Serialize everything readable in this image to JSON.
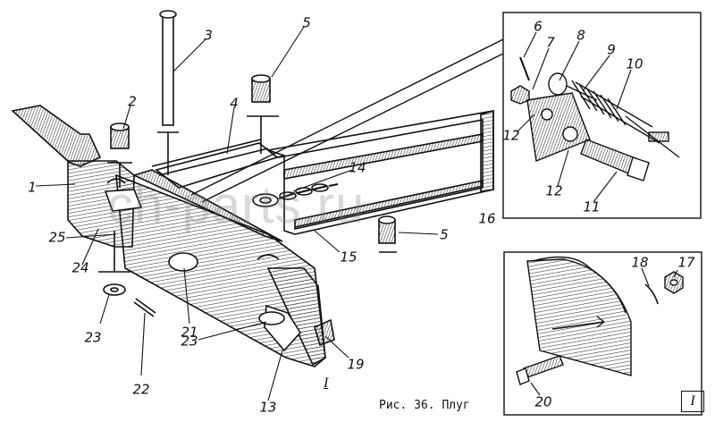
{
  "figure": {
    "caption": "Рис. 36. Плуг",
    "detail_view_tag": "I",
    "section_mark": "I",
    "watermark": "ch-parts.ru"
  },
  "callouts": [
    {
      "id": "c1",
      "text": "1"
    },
    {
      "id": "c2",
      "text": "2"
    },
    {
      "id": "c3",
      "text": "3"
    },
    {
      "id": "c4",
      "text": "4"
    },
    {
      "id": "c5a",
      "text": "5"
    },
    {
      "id": "c5b",
      "text": "5"
    },
    {
      "id": "c6",
      "text": "6"
    },
    {
      "id": "c7",
      "text": "7"
    },
    {
      "id": "c8",
      "text": "8"
    },
    {
      "id": "c9",
      "text": "9"
    },
    {
      "id": "c10",
      "text": "10"
    },
    {
      "id": "c11",
      "text": "11"
    },
    {
      "id": "c12a",
      "text": "12"
    },
    {
      "id": "c12b",
      "text": "12"
    },
    {
      "id": "c13",
      "text": "13"
    },
    {
      "id": "c14",
      "text": "14"
    },
    {
      "id": "c15",
      "text": "15"
    },
    {
      "id": "c16",
      "text": "16"
    },
    {
      "id": "c17",
      "text": "17"
    },
    {
      "id": "c18",
      "text": "18"
    },
    {
      "id": "c19",
      "text": "19"
    },
    {
      "id": "c20",
      "text": "20"
    },
    {
      "id": "c21",
      "text": "21"
    },
    {
      "id": "c22",
      "text": "22"
    },
    {
      "id": "c23a",
      "text": "23"
    },
    {
      "id": "c23b",
      "text": "23"
    },
    {
      "id": "c24",
      "text": "24"
    },
    {
      "id": "c25",
      "text": "25"
    }
  ]
}
